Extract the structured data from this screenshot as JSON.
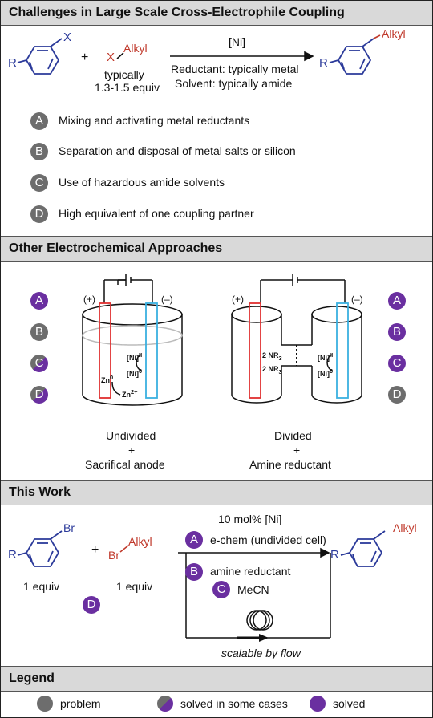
{
  "section1": {
    "title": "Challenges in Large Scale Cross-Electrophile Coupling",
    "aryl_r": "R",
    "aryl_x": "X",
    "plus": "+",
    "alkyl_x": "X",
    "alkyl": "Alkyl",
    "equiv_line1": "typically",
    "equiv_line2": "1.3-1.5 equiv",
    "catalyst": "[Ni]",
    "cond_line1": "Reductant: typically metal",
    "cond_line2": "Solvent: typically amide",
    "product_r": "R",
    "product_alkyl": "Alkyl",
    "challenges": [
      {
        "letter": "A",
        "text": "Mixing and activating metal reductants"
      },
      {
        "letter": "B",
        "text": "Separation and disposal of metal salts or silicon"
      },
      {
        "letter": "C",
        "text": "Use of hazardous amide solvents"
      },
      {
        "letter": "D",
        "text": "High equivalent of one coupling partner"
      }
    ]
  },
  "section2": {
    "title": "Other Electrochemical Approaches",
    "left_status": [
      "A",
      "B",
      "C",
      "D"
    ],
    "right_status": [
      "A",
      "B",
      "C",
      "D"
    ],
    "plus_sign": "(+)",
    "minus_sign": "(–)",
    "cell1": {
      "ni2": "[Ni]",
      "ni2_sup": "II",
      "ni0": "[Ni]",
      "ni0_sup": "0",
      "zn0": "Zn",
      "zn0_sup": "0",
      "zn2": "Zn",
      "zn2_sup": "2+"
    },
    "cell2": {
      "amine1": "2 NR",
      "amine1_sub": "3",
      "amine2": "2 NR",
      "amine2_sub": "3",
      "ni2": "[Ni]",
      "ni2_sup": "II",
      "ni0": "[Ni]",
      "ni0_sup": "0"
    },
    "caption1_line1": "Undivided",
    "caption1_line2": "+",
    "caption1_line3": "Sacrifical anode",
    "caption2_line1": "Divided",
    "caption2_line2": "+",
    "caption2_line3": "Amine reductant"
  },
  "section3": {
    "title": "This Work",
    "aryl_r": "R",
    "aryl_br": "Br",
    "plus": "+",
    "alkyl_br": "Br",
    "alkyl": "Alkyl",
    "equiv1": "1 equiv",
    "equiv2": "1 equiv",
    "catalyst": "10 mol% [Ni]",
    "echem_letter": "A",
    "echem": "e-chem (undivided cell)",
    "amine_letter": "B",
    "amine": "amine reductant",
    "solvent_letter": "C",
    "solvent": "MeCN",
    "d_letter": "D",
    "flow": "scalable by flow",
    "product_r": "R",
    "product_alkyl": "Alkyl"
  },
  "legend": {
    "title": "Legend",
    "items": [
      "problem",
      "solved in some cases",
      "solved"
    ]
  },
  "colors": {
    "problem": "#6d6d6d",
    "solved": "#6a2fa0",
    "anode": "#e03030",
    "cathode": "#3ab0e0"
  }
}
